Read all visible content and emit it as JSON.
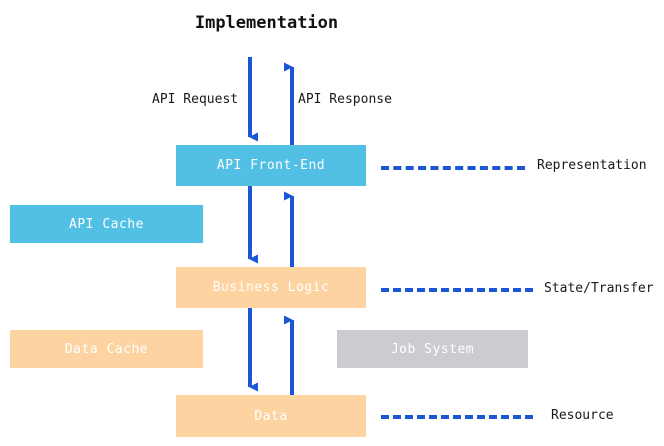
{
  "diagram": {
    "title": "Implementation",
    "accent_arrow_color": "#1a56d6",
    "colors": {
      "representation_tier": "#52bfe5",
      "logic_tier": "#fcd3a1",
      "job_tier": "#cdcad0",
      "arrow": "#1a56d6",
      "text_on_node": "#ffffff",
      "text_label": "#1a1a1a",
      "background": "#ffffff"
    },
    "nodes": [
      {
        "id": "api-front-end",
        "label": "API Front-End",
        "color": "#52bfe5"
      },
      {
        "id": "api-cache",
        "label": "API Cache",
        "color": "#52bfe5"
      },
      {
        "id": "business-logic",
        "label": "Business Logic",
        "color": "#fcd3a1"
      },
      {
        "id": "data-cache",
        "label": "Data Cache",
        "color": "#fcd3a1"
      },
      {
        "id": "job-system",
        "label": "Job System",
        "color": "#cdcad0"
      },
      {
        "id": "data",
        "label": "Data",
        "color": "#fcd3a1"
      }
    ],
    "edge_labels": {
      "request": "API Request",
      "response": "API Response"
    },
    "tier_labels": [
      {
        "id": "representation",
        "label": "Representation"
      },
      {
        "id": "state-transfer",
        "label": "State/Transfer"
      },
      {
        "id": "resource",
        "label": "Resource"
      }
    ]
  }
}
